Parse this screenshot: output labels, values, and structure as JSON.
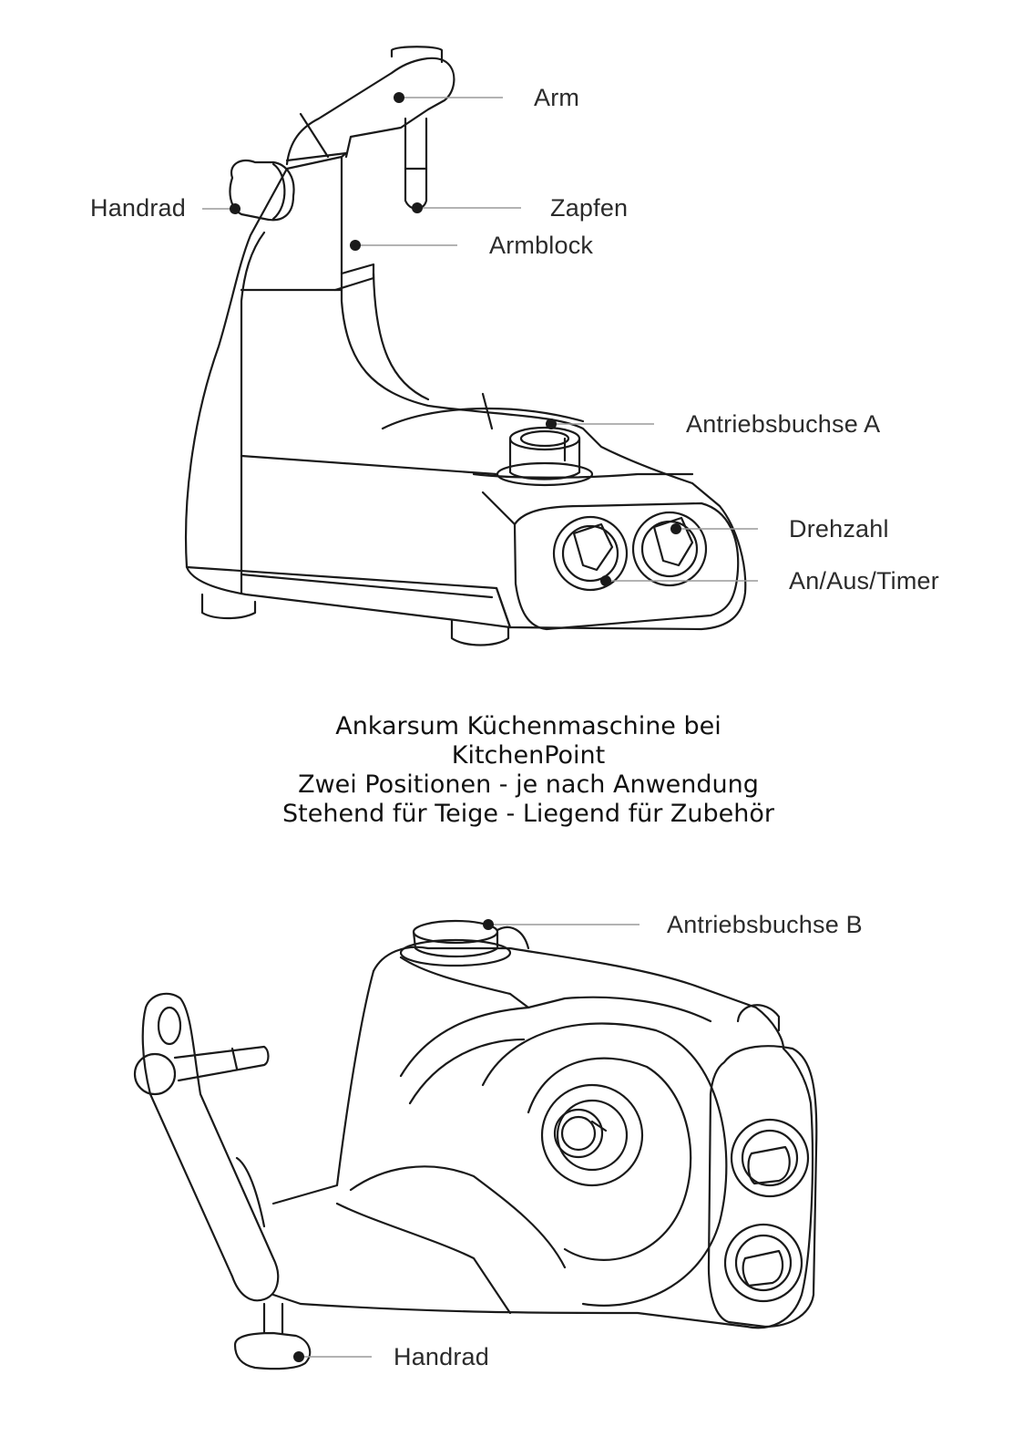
{
  "labels_top": {
    "arm": "Arm",
    "handrad": "Handrad",
    "zapfen": "Zapfen",
    "armblock": "Armblock",
    "antriebsbuchse_a": "Antriebsbuchse A",
    "drehzahl": "Drehzahl",
    "an_aus_timer": "An/Aus/Timer"
  },
  "caption": {
    "line1": "Ankarsum Küchenmaschine bei",
    "line2": "KitchenPoint",
    "line3": "Zwei Positionen - je nach Anwendung",
    "line4": "Stehend für Teige - Liegend für Zubehör"
  },
  "labels_bottom": {
    "antriebsbuchse_b": "Antriebsbuchse B",
    "handrad": "Handrad"
  },
  "colors": {
    "line": "#1a1a1a",
    "leader": "#9a9a9a",
    "background": "#ffffff"
  }
}
